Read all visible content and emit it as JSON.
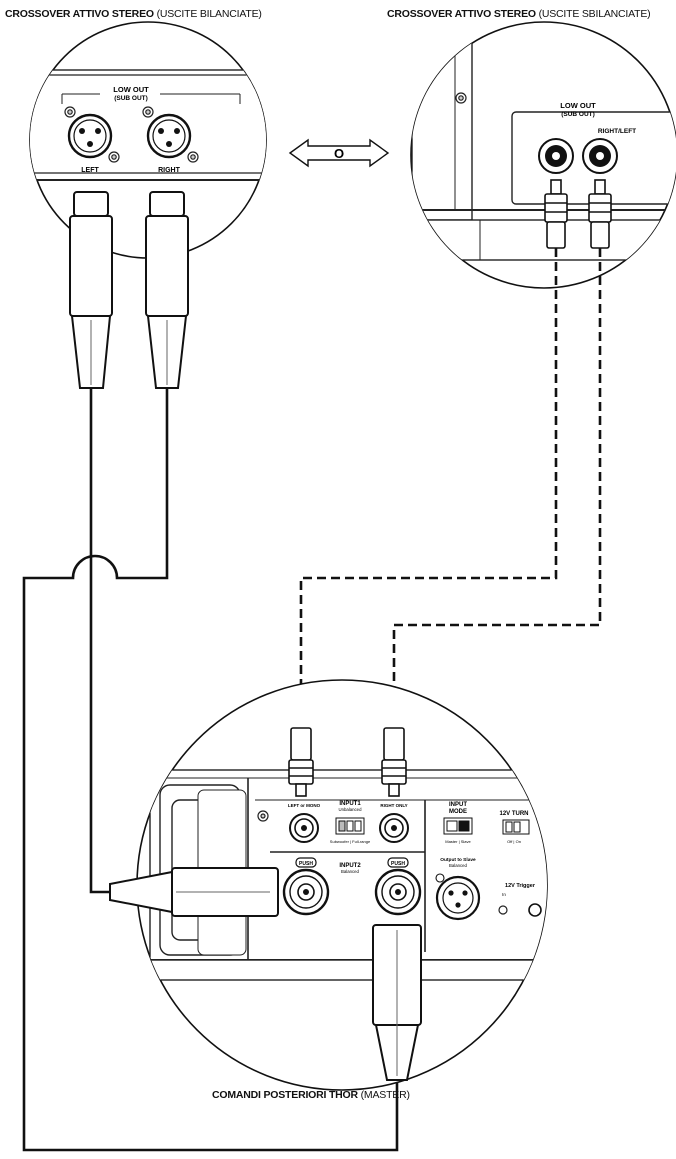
{
  "titles": {
    "left_bold": "CROSSOVER ATTIVO STEREO",
    "left_normal": "(USCITE BILANCIATE)",
    "right_bold": "CROSSOVER ATTIVO STEREO",
    "right_normal": "(USCITE SBILANCIATE)",
    "bottom_bold": "COMANDI POSTERIORI THOR",
    "bottom_normal": "(MASTER)"
  },
  "or_label": "O",
  "balanced_panel": {
    "header_line1": "LOW OUT",
    "header_line2": "(SUB OUT)",
    "left_label": "LEFT",
    "right_label": "RIGHT"
  },
  "unbalanced_panel": {
    "header_line1": "LOW OUT",
    "header_line2": "(SUB OUT)",
    "jack_label": "RIGHT/LEFT"
  },
  "rear_panel": {
    "rca_left_label": "LEFT or MONO",
    "inputs1_label": "INPUT1",
    "inputs1_sub": "Unbalanced",
    "rca_right_label": "RIGHT ONLY",
    "switch1_caption": "Subwoofer | Full-range",
    "input_mode_line1": "INPUT",
    "input_mode_line2": "MODE",
    "input_mode_caption": "Master | Slave",
    "trigger_label": "12V TURN",
    "trigger_caption": "Off | On",
    "push_left": "PUSH",
    "push_right": "PUSH",
    "inputs2_label": "INPUT2",
    "inputs2_sub": "Balanced",
    "output_slave_line1": "Output to Slave",
    "output_slave_line2": "Balanced",
    "trigger_in_label": "12V Trigger",
    "trigger_in_sub": "In"
  }
}
